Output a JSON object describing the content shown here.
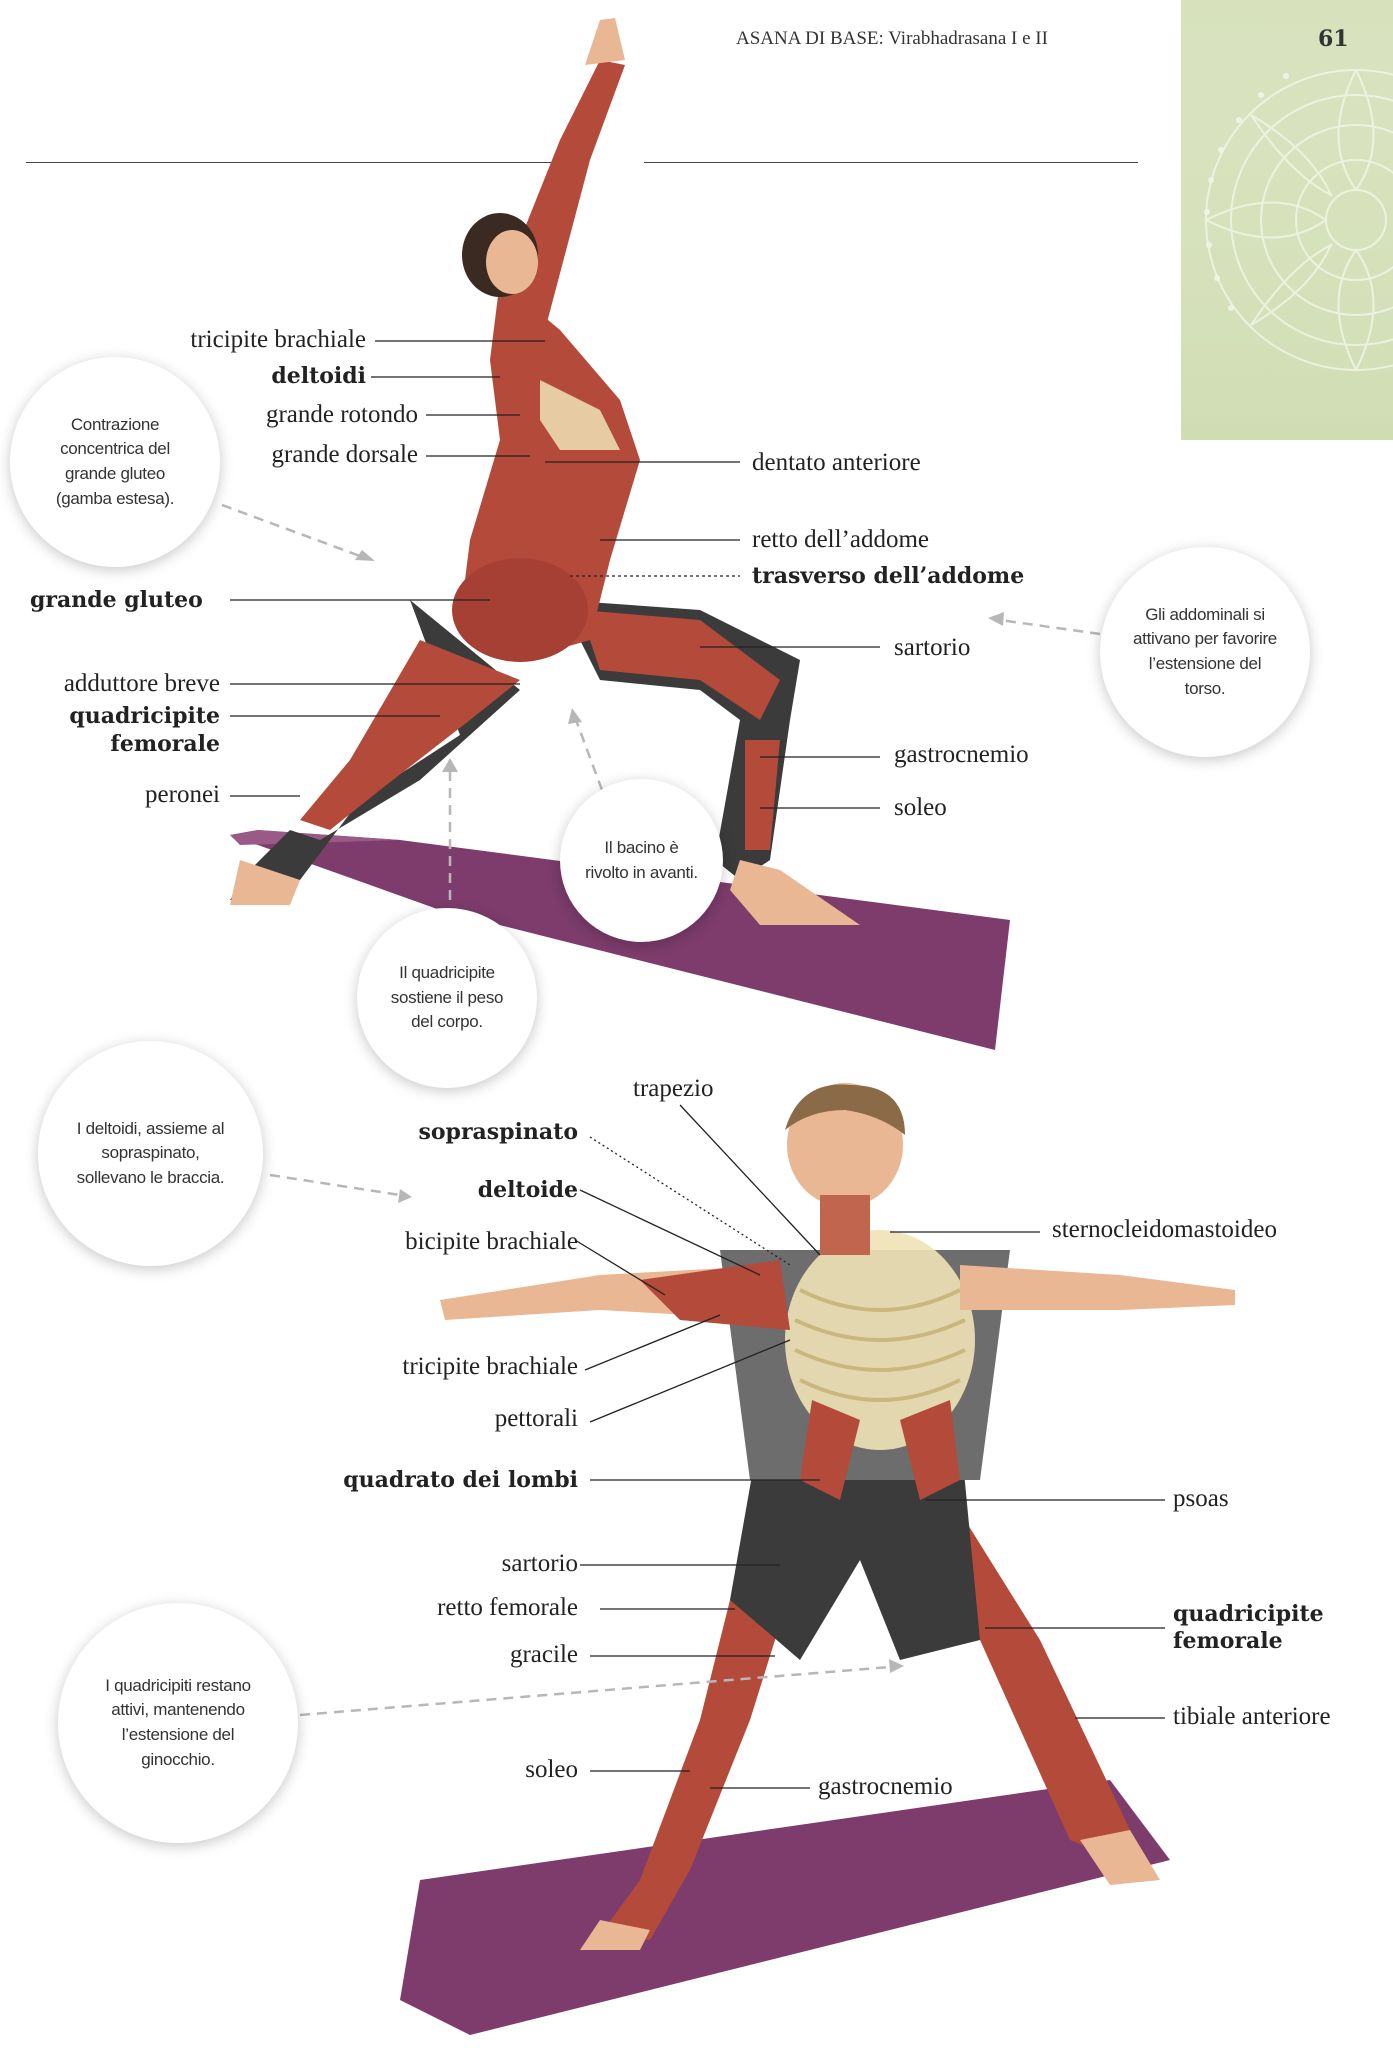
{
  "header": {
    "running_title": "ASANA DI BASE: Virabhadrasana I e II",
    "page_number": "61"
  },
  "colors": {
    "corner_green": "#d7e2bd",
    "mat_purple": "#7d3c6c",
    "muscle_red": "#b44a3a",
    "skin": "#e9b794",
    "bone": "#efe2b6",
    "shirt": "#6d6d6d",
    "shorts": "#3b3b3b"
  },
  "figure1": {
    "labels_left": [
      {
        "text": "tricipite brachiale",
        "bold": false
      },
      {
        "text": "deltoidi",
        "bold": true
      },
      {
        "text": "grande rotondo",
        "bold": false
      },
      {
        "text": "grande dorsale",
        "bold": false
      },
      {
        "text": "grande gluteo",
        "bold": true
      },
      {
        "text": "adduttore breve",
        "bold": false
      },
      {
        "text": "quadricipite",
        "bold": true
      },
      {
        "text": "femorale",
        "bold": true
      },
      {
        "text": "peronei",
        "bold": false
      }
    ],
    "labels_right": [
      {
        "text": "dentato anteriore",
        "bold": false
      },
      {
        "text": "retto dell’addome",
        "bold": false
      },
      {
        "text": "trasverso dell’addome",
        "bold": true
      },
      {
        "text": "sartorio",
        "bold": false
      },
      {
        "text": "gastrocnemio",
        "bold": false
      },
      {
        "text": "soleo",
        "bold": false
      }
    ],
    "bubbles": [
      "Contrazione concentrica del grande gluteo (gamba estesa).",
      "Gli addominali si attivano per favorire l’estensione del torso.",
      "Il bacino è rivolto in avanti.",
      "Il quadricipite sostiene il peso del corpo."
    ]
  },
  "figure2": {
    "labels_left": [
      {
        "text": "trapezio",
        "bold": false
      },
      {
        "text": "sopraspinato",
        "bold": true
      },
      {
        "text": "deltoide",
        "bold": true
      },
      {
        "text": "bicipite brachiale",
        "bold": false
      },
      {
        "text": "tricipite brachiale",
        "bold": false
      },
      {
        "text": "pettorali",
        "bold": false
      },
      {
        "text": "quadrato dei lombi",
        "bold": true
      },
      {
        "text": "sartorio",
        "bold": false
      },
      {
        "text": "retto femorale",
        "bold": false
      },
      {
        "text": "gracile",
        "bold": false
      },
      {
        "text": "soleo",
        "bold": false
      }
    ],
    "labels_right": [
      {
        "text": "sternocleidomastoideo",
        "bold": false
      },
      {
        "text": "psoas",
        "bold": false
      },
      {
        "text": "quadricipite",
        "bold": true
      },
      {
        "text": "femorale",
        "bold": true
      },
      {
        "text": "tibiale anteriore",
        "bold": false
      },
      {
        "text": "gastrocnemio",
        "bold": false
      }
    ],
    "bubbles": [
      "I deltoidi, assieme al sopraspinato, sollevano le braccia.",
      "I quadricipiti restano attivi, mantenendo l’estensione del ginocchio."
    ]
  }
}
